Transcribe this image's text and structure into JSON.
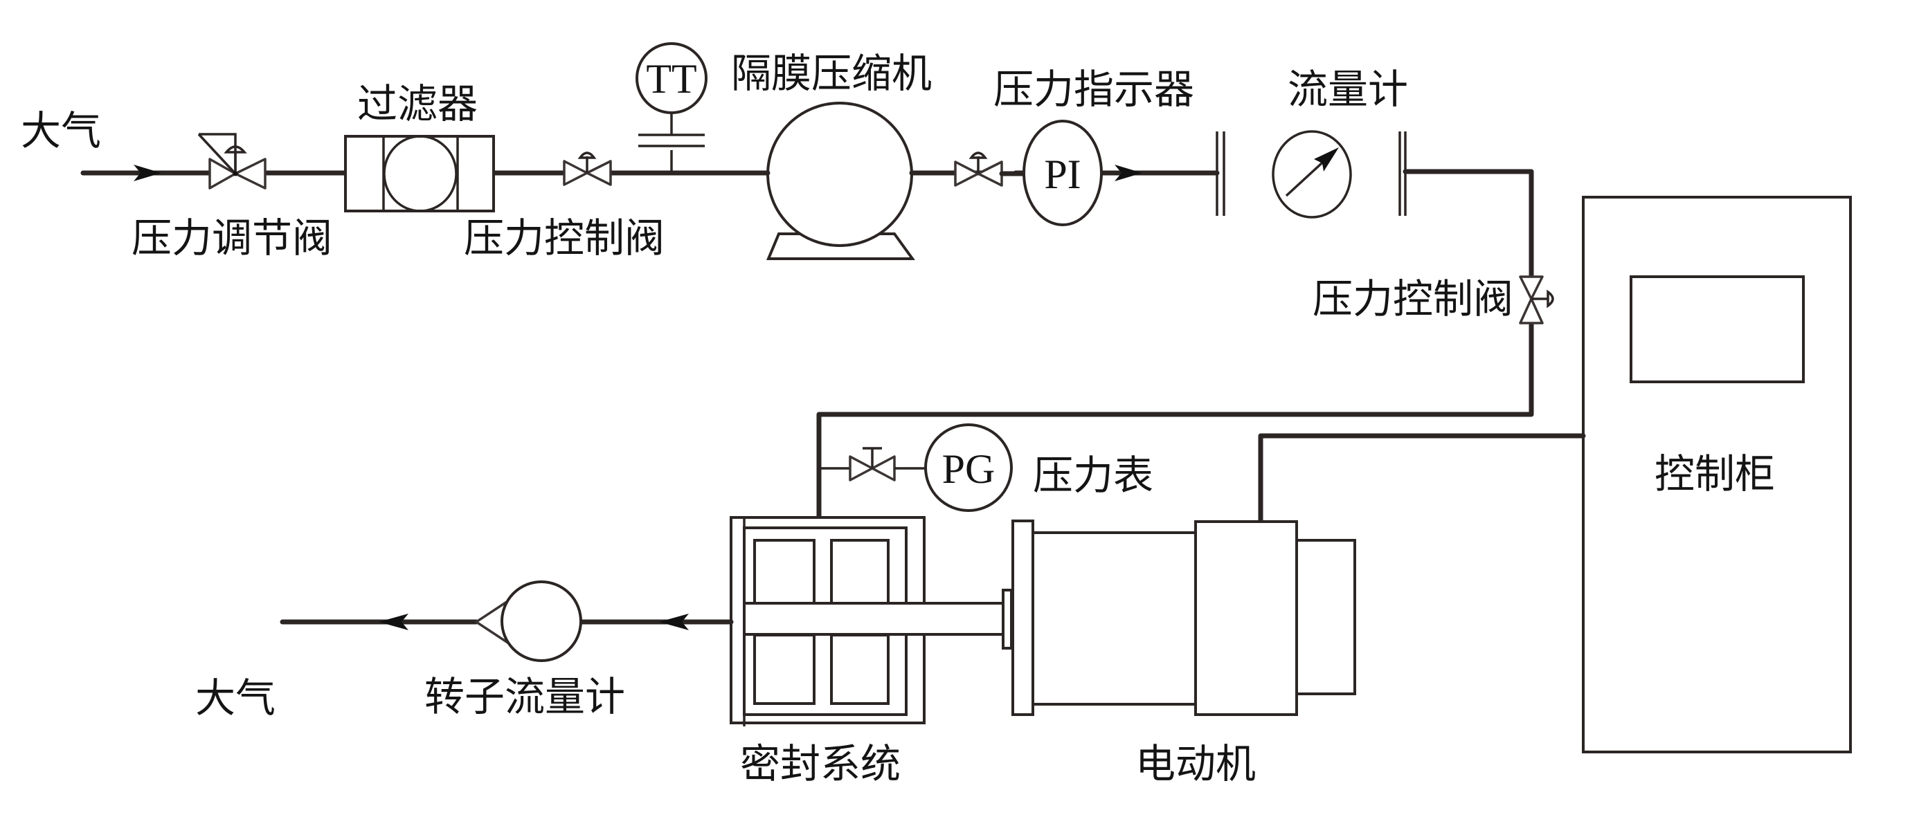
{
  "figure": {
    "type": "process-flow-diagram",
    "labels": {
      "inlet_atmosphere": "大气",
      "pressure_regulating_valve": "压力调节阀",
      "filter": "过滤器",
      "pressure_control_valve_1": "压力控制阀",
      "temperature_transmitter": "TT",
      "diaphragm_compressor": "隔膜压缩机",
      "pressure_indicator_label": "压力指示器",
      "pressure_indicator_tag": "PI",
      "flowmeter": "流量计",
      "pressure_control_valve_2": "压力控制阀",
      "control_cabinet": "控制柜",
      "pressure_gauge_tag": "PG",
      "pressure_gauge_label": "压力表",
      "seal_system": "密封系统",
      "motor": "电动机",
      "rotameter": "转子流量计",
      "outlet_atmosphere": "大气"
    },
    "flow_direction": {
      "upper_line": "left-to-right",
      "lower_line": "right-to-left"
    },
    "colors": {
      "line": "#2b2524",
      "text": "#141414",
      "background": "#ffffff"
    }
  }
}
